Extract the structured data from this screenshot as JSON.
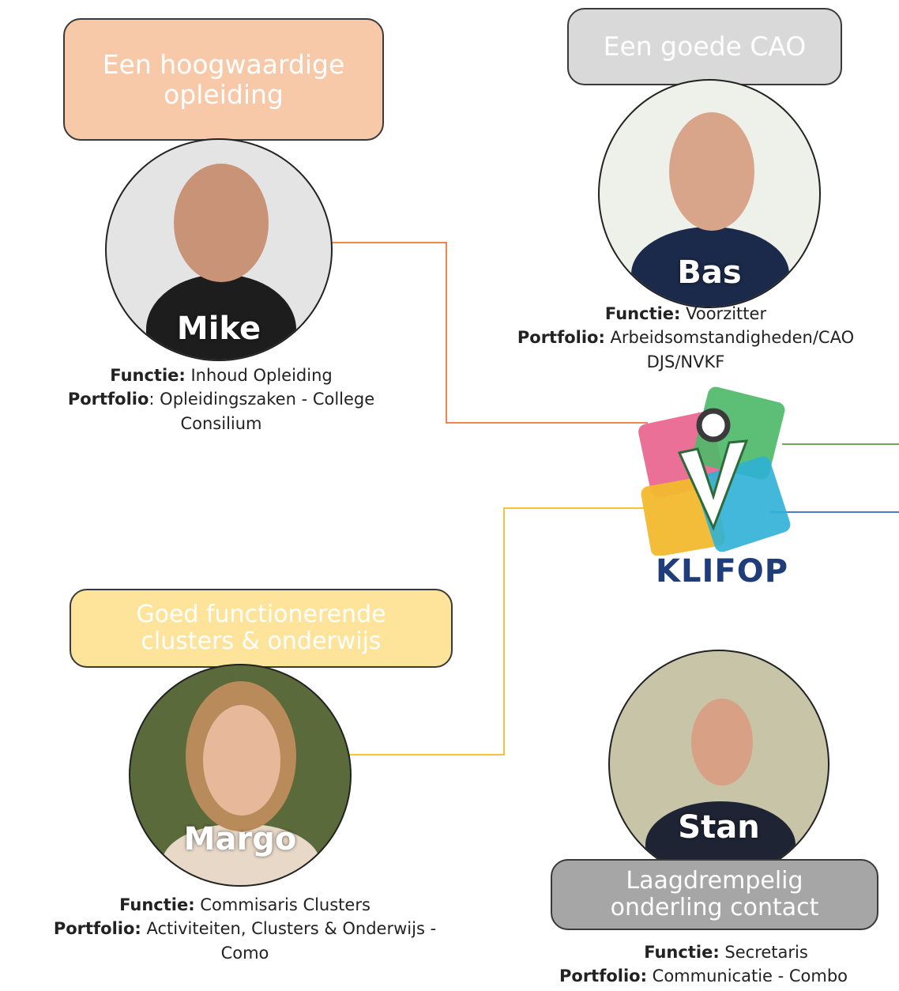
{
  "logo": {
    "text": "KLIFOP"
  },
  "members": [
    {
      "name": "Mike",
      "goal": "Een hoogwaardige opleiding",
      "function_label": "Functie:",
      "function_value": " Inhoud Opleiding",
      "portfolio_label": "Portfolio",
      "portfolio_value": ": Opleidingszaken - College",
      "portfolio_cont": "Consilium",
      "goal_color": "#f8c9a8",
      "line_color": "#f0874a"
    },
    {
      "name": "Bas",
      "goal": "Een goede CAO",
      "function_label": "Functie:",
      "function_value": " Voorzitter",
      "portfolio_label": "Portfolio:",
      "portfolio_value": " Arbeidsomstandigheden/CAO",
      "portfolio_cont": "DJS/NVKF",
      "goal_color": "#d9d9d9",
      "line_color": "#6aaa5a"
    },
    {
      "name": "Margo",
      "goal": "Goed functionerende clusters & onderwijs",
      "function_label": "Functie:",
      "function_value": " Commisaris Clusters",
      "portfolio_label": "Portfolio:",
      "portfolio_value": "  Activiteiten, Clusters & Onderwijs -",
      "portfolio_cont": "Como",
      "goal_color": "#fde49a",
      "line_color": "#f5c43a"
    },
    {
      "name": "Stan",
      "goal": "Laagdrempelig onderling contact",
      "function_label": "Functie:",
      "function_value": " Secretaris",
      "portfolio_label": "Portfolio:",
      "portfolio_value": " Communicatie - Combo",
      "portfolio_cont": "",
      "goal_color": "#a6a6a6",
      "line_color": "#4a7bd0"
    }
  ]
}
